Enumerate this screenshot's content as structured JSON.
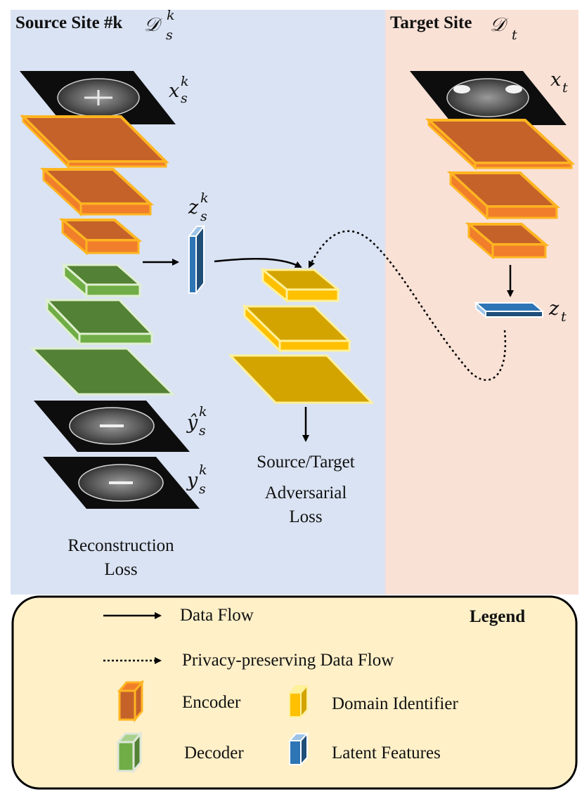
{
  "source_panel": {
    "title": "Source Site #k",
    "title_math": "𝒟",
    "title_sub": "s",
    "title_sup": "k"
  },
  "target_panel": {
    "title": "Target Site",
    "title_math": "𝒟",
    "title_sub": "t"
  },
  "math_labels": {
    "x_s_k": {
      "base": "x",
      "sub": "s",
      "sup": "k"
    },
    "z_s_k": {
      "base": "z",
      "sub": "s",
      "sup": "k"
    },
    "yhat_s_k": {
      "base": "ŷ",
      "sub": "s",
      "sup": "k"
    },
    "y_s_k": {
      "base": "y",
      "sub": "s",
      "sup": "k"
    },
    "x_t": {
      "base": "x",
      "sub": "t"
    },
    "z_t": {
      "base": "z",
      "sub": "t"
    }
  },
  "captions": {
    "reconstruction": [
      "Reconstruction",
      "Loss"
    ],
    "adversarial": [
      "Source/Target",
      "Adversarial",
      "Loss"
    ]
  },
  "legend": {
    "title": "Legend",
    "items": {
      "data_flow": "Data Flow",
      "privacy_flow": "Privacy-preserving Data Flow",
      "encoder": "Encoder",
      "decoder": "Decoder",
      "domain_identifier": "Domain Identifier",
      "latent_features": "Latent Features"
    }
  },
  "colors": {
    "source_bg": "#dae3f3",
    "target_bg": "#f9e1d6",
    "legend_bg": "#fff0c8",
    "encoder_fill": "#c5622a",
    "encoder_edge": "#ffb521",
    "decoder_fill": "#538135",
    "decoder_edge": "#dff0cf",
    "domain_fill": "#d3a400",
    "domain_edge": "#fff199",
    "latent_fill": "#2e75b6",
    "latent_edge": "#ffffff"
  },
  "icons": [
    "brain-mri-slice",
    "encoder-block-icon",
    "decoder-block-icon",
    "domain-identifier-block-icon",
    "latent-features-block-icon",
    "arrow-icon",
    "dotted-arrow-icon"
  ]
}
